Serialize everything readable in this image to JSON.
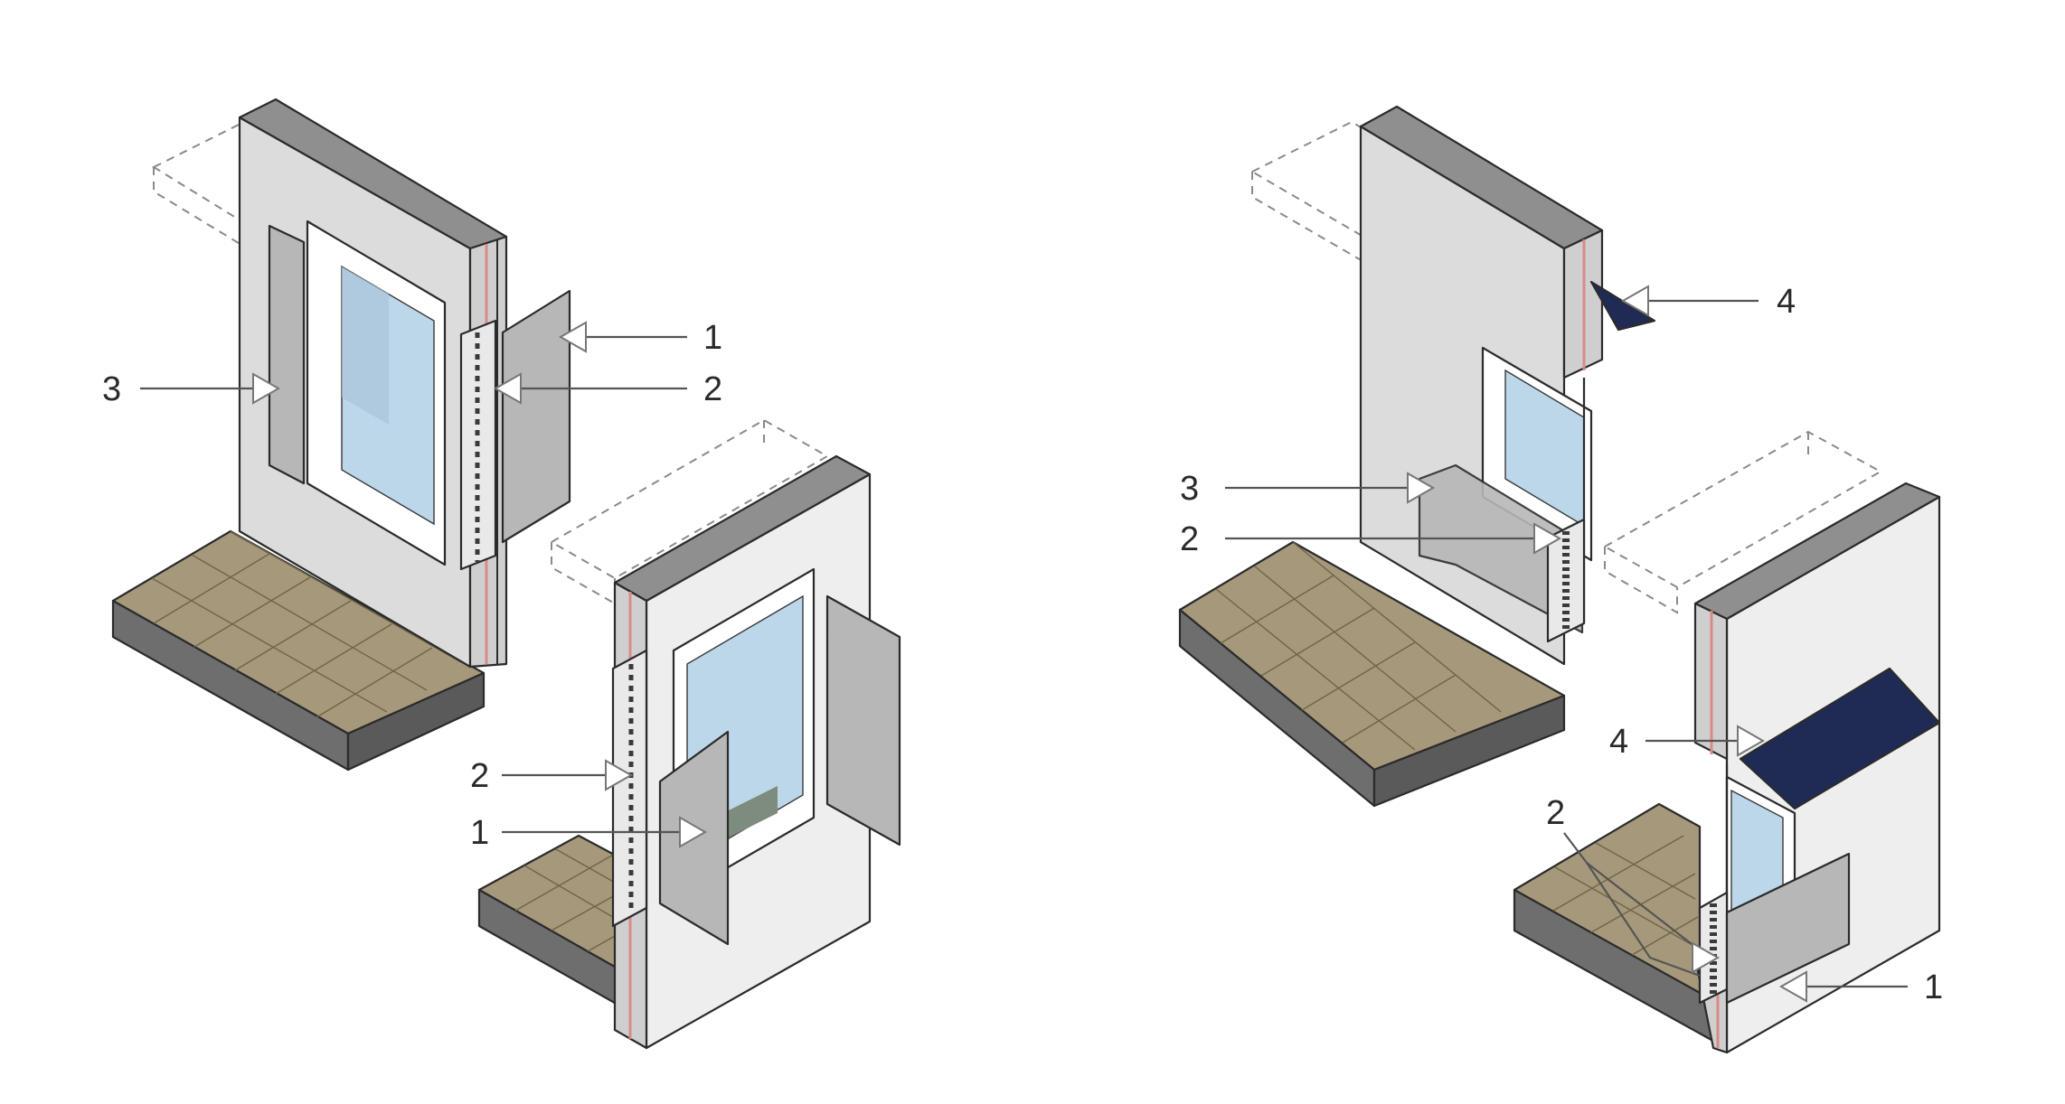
{
  "colors": {
    "wall_face": "#dcdcdc",
    "wall_side": "#eeeeee",
    "wall_top": "#8f8f8f",
    "floor": "#a6987a",
    "slab": "#6e6e6e",
    "glass": "#bcd6ea",
    "panel": "#b7b7b7",
    "awning": "#1f2b55",
    "insulation_accent": "#d88b86"
  },
  "icons": {
    "arrowhead": "white-triangle-arrow-icon",
    "tile": "floor-tile-grid-icon"
  },
  "diagrams": {
    "a": {
      "callouts": [
        "1",
        "2",
        "3"
      ]
    },
    "b": {
      "callouts": [
        "2",
        "1"
      ]
    },
    "c": {
      "callouts": [
        "4",
        "3",
        "2"
      ]
    },
    "d": {
      "callouts": [
        "4",
        "2",
        "1"
      ]
    }
  }
}
